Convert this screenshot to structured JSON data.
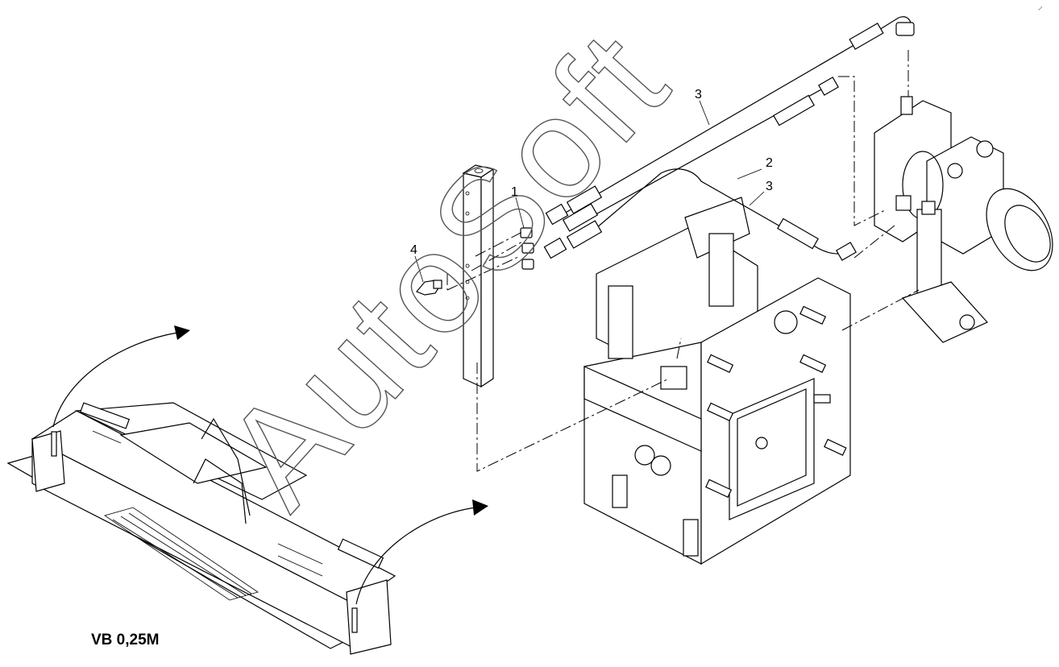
{
  "diagram": {
    "model_label": "VB 0,25M",
    "watermark": "AutoSoft",
    "callouts": [
      {
        "id": "c1",
        "text": "1"
      },
      {
        "id": "c2",
        "text": "2"
      },
      {
        "id": "c3a",
        "text": "3"
      },
      {
        "id": "c3b",
        "text": "3"
      },
      {
        "id": "c4",
        "text": "4"
      }
    ],
    "colors": {
      "line": "#000000",
      "background": "#ffffff",
      "watermark": "#555555"
    }
  }
}
